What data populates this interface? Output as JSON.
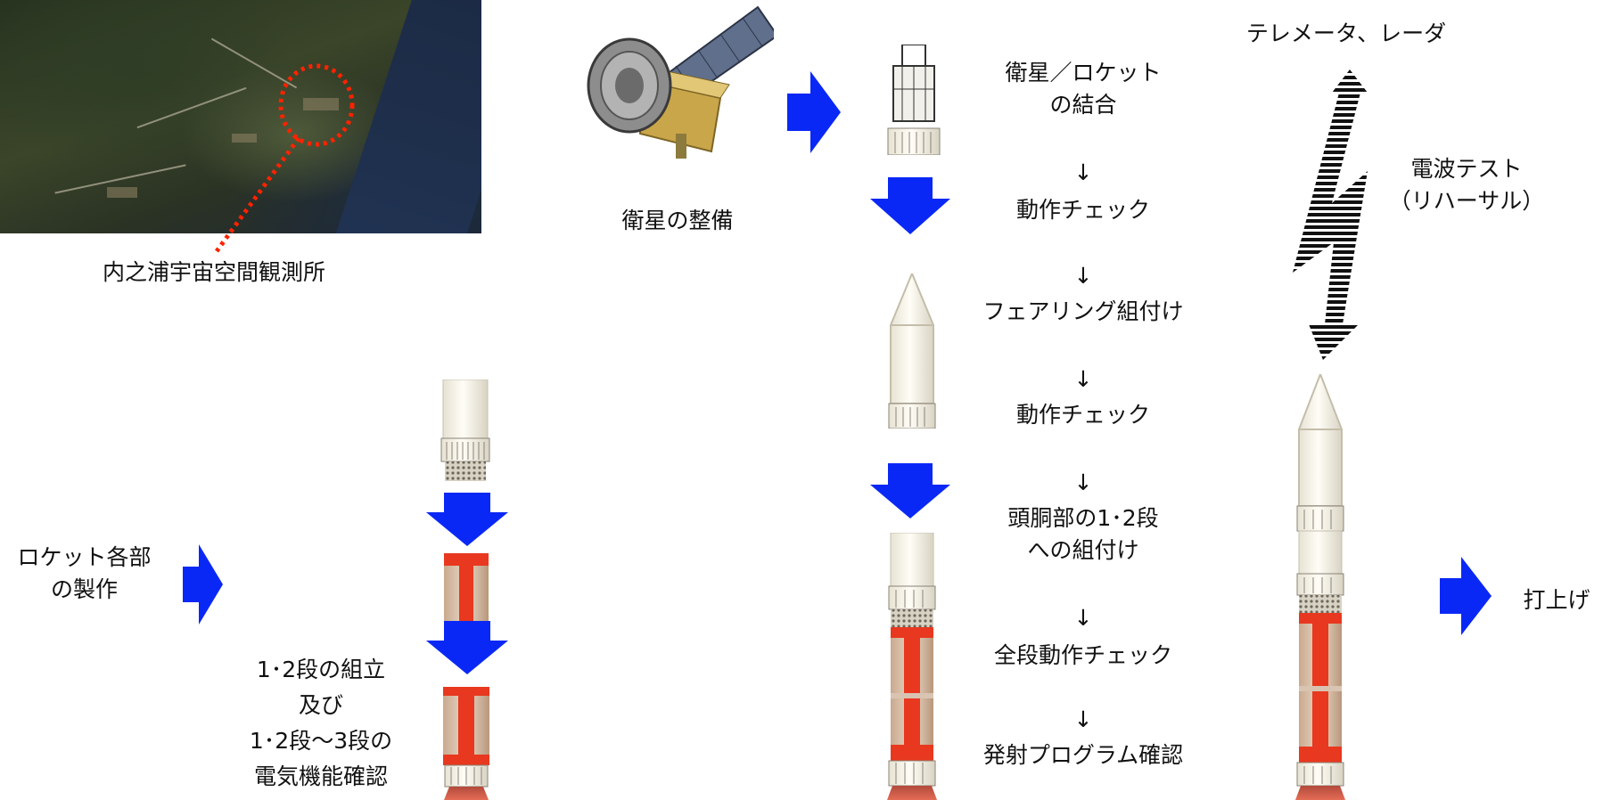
{
  "labels": {
    "site": "内之浦宇宙空間観測所",
    "rocket_parts_1": "ロケット各部",
    "rocket_parts_2": "の製作",
    "assembly_1": "1･2段の組立",
    "assembly_2": "及び",
    "assembly_3": "1･2段～3段の",
    "assembly_4": "電気機能確認",
    "satellite_prep": "衛星の整備",
    "mate_1": "衛星／ロケット",
    "mate_2": "の結合",
    "check_1": "動作チェック",
    "fairing": "フェアリング組付け",
    "check_2": "動作チェック",
    "attach_1": "頭胴部の1･2段",
    "attach_2": "への組付け",
    "all_stage_check": "全段動作チェック",
    "program_check": "発射プログラム確認",
    "telemetry": "テレメータ、レーダ",
    "radio_test_1": "電波テスト",
    "radio_test_2": "（リハーサル）",
    "launch": "打上げ"
  },
  "down_marks": [
    "↓",
    "↓",
    "↓",
    "↓",
    "↓",
    "↓"
  ],
  "colors": {
    "arrow_blue": "#0a28f5",
    "stage_red": "#e8381f",
    "body_cream": "#fbf8ec",
    "marker_red": "#ff2200"
  },
  "icons": {
    "photo": "aerial-photo",
    "satellite": "satellite-icon",
    "rocket": "rocket-icon",
    "radio": "radio-wave-icon"
  }
}
